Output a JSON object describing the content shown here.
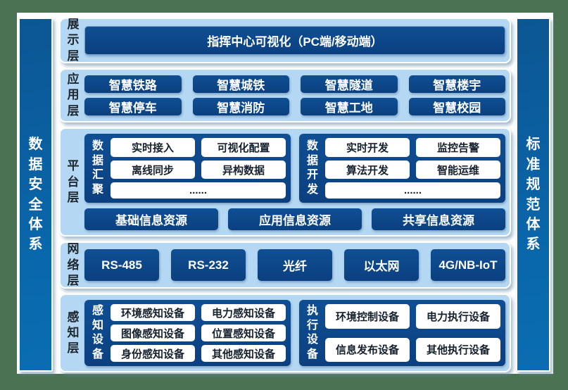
{
  "colors": {
    "frame_green": "#4c7254",
    "panel_light_blue": "#b4d8f3",
    "box_dark_blue": "#0d4788",
    "bar_blue": "#0968ac",
    "chip_bg": "#ffffff",
    "chip_text": "#16212e",
    "label_text": "#1e2730"
  },
  "side_bars": {
    "left": "数据安全体系",
    "right": "标准规范体系"
  },
  "layers": {
    "display": {
      "label": "展示层",
      "box": "指挥中心可视化（PC端/移动端）"
    },
    "application": {
      "label": "应用层",
      "items": [
        "智慧铁路",
        "智慧城铁",
        "智慧隧道",
        "智慧楼宇",
        "智慧停车",
        "智慧消防",
        "智慧工地",
        "智慧校园"
      ]
    },
    "platform": {
      "label": "平台层",
      "groups": [
        {
          "name": "数据汇聚",
          "chips": [
            "实时接入",
            "可视化配置",
            "离线同步",
            "异构数据"
          ],
          "more": "......"
        },
        {
          "name": "数据开发",
          "chips": [
            "实时开发",
            "监控告警",
            "算法开发",
            "智能运维"
          ],
          "more": "......"
        }
      ],
      "resources": [
        "基础信息资源",
        "应用信息资源",
        "共享信息资源"
      ]
    },
    "network": {
      "label": "网络层",
      "items": [
        "RS-485",
        "RS-232",
        "光纤",
        "以太网",
        "4G/NB-IoT"
      ]
    },
    "perception": {
      "label": "感知层",
      "groups": [
        {
          "name": "感知设备",
          "chips": [
            "环境感知设备",
            "电力感知设备",
            "图像感知设备",
            "位置感知设备",
            "身份感知设备",
            "其他感知设备"
          ]
        },
        {
          "name": "执行设备",
          "chips": [
            "环境控制设备",
            "电力执行设备",
            "信息发布设备",
            "其他执行设备"
          ]
        }
      ]
    }
  }
}
